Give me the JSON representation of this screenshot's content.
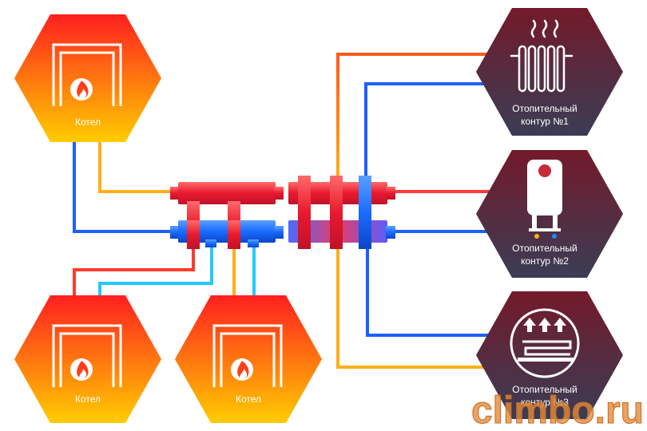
{
  "boilers": [
    {
      "label": "Котел"
    },
    {
      "label": "Котел"
    },
    {
      "label": "Котел"
    }
  ],
  "circuits": [
    {
      "line1": "Отопительный",
      "line2": "контур №1",
      "icon": "radiator-icon"
    },
    {
      "line1": "Отопительный",
      "line2": "контур №2",
      "icon": "water-heater-icon"
    },
    {
      "line1": "Отопительный",
      "line2": "контур №3",
      "icon": "floor-heating-icon"
    }
  ],
  "watermark": "climbo.ru",
  "colors": {
    "hot": "#ff3b3b",
    "cold": "#1e5fff",
    "warm_pipe": "#ffae1a",
    "light_pipe": "#27c7ff",
    "boiler_top": "#ff1f1f",
    "boiler_bottom": "#ffcc00",
    "circuit_top": "#6e1a28",
    "circuit_bottom": "#3d3d55"
  }
}
